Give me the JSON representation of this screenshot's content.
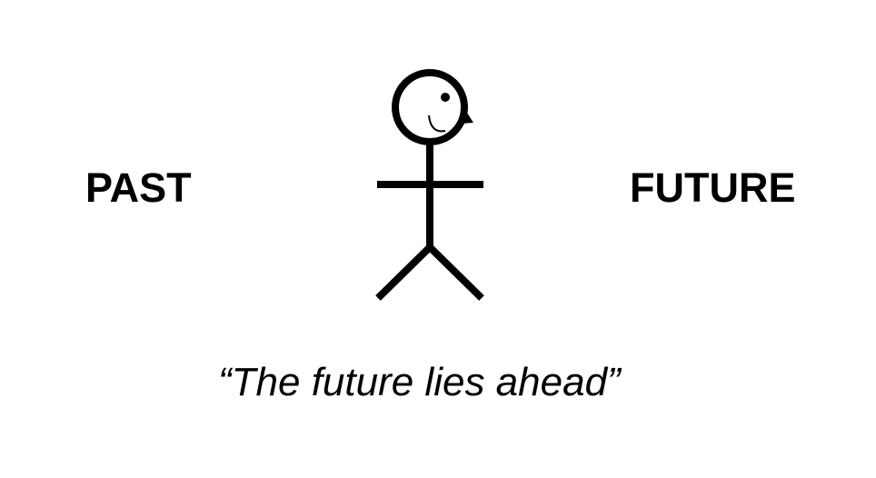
{
  "labels": {
    "left": "PAST",
    "right": "FUTURE"
  },
  "caption": "“The future lies ahead”",
  "colors": {
    "ink": "#000000",
    "background": "#ffffff"
  },
  "figure": {
    "icon": "stick-figure-facing-right"
  }
}
